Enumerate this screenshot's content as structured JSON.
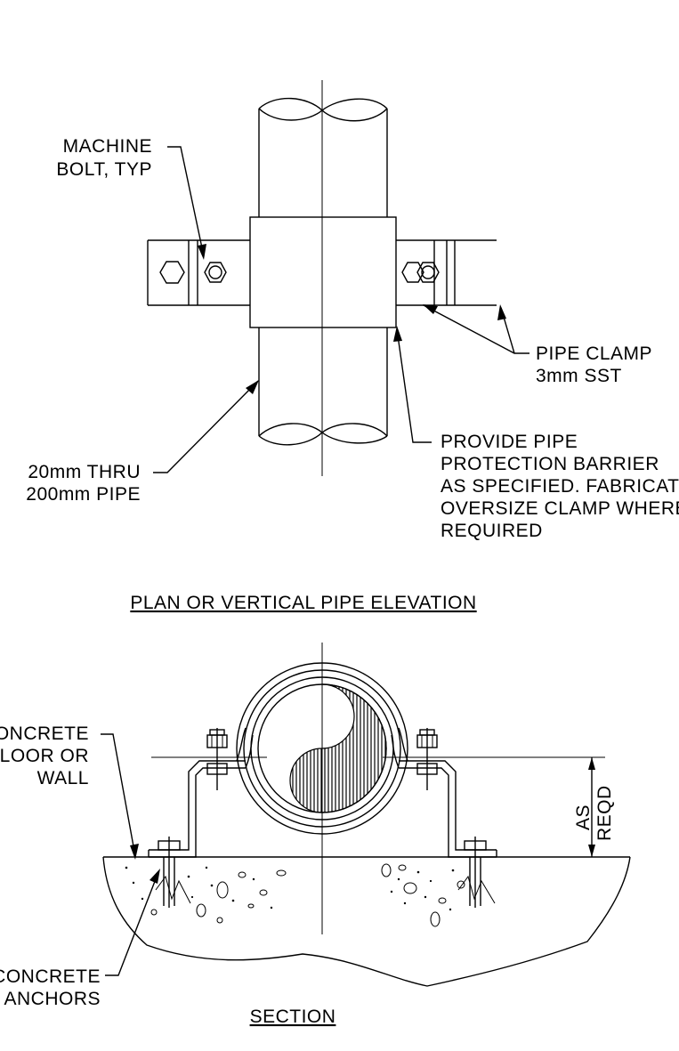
{
  "plan": {
    "title": "PLAN OR VERTICAL PIPE ELEVATION",
    "labels": {
      "bolt_1": "MACHINE",
      "bolt_2": "BOLT, TYP",
      "clamp_1": "PIPE CLAMP",
      "clamp_2": "3mm SST",
      "pipe_1": "20mm THRU",
      "pipe_2": "200mm PIPE",
      "barrier_1": "PROVIDE PIPE",
      "barrier_2": "PROTECTION BARRIER",
      "barrier_3": "AS SPECIFIED. FABRICATE",
      "barrier_4": "OVERSIZE CLAMP WHERE",
      "barrier_5": "REQUIRED"
    }
  },
  "section": {
    "title": "SECTION",
    "labels": {
      "concrete_1": "CONCRETE",
      "concrete_2": "FLOOR OR",
      "concrete_3": "WALL",
      "anchors_1": "CONCRETE",
      "anchors_2": "ANCHORS",
      "dim_1": "AS",
      "dim_2": "REQD"
    }
  }
}
